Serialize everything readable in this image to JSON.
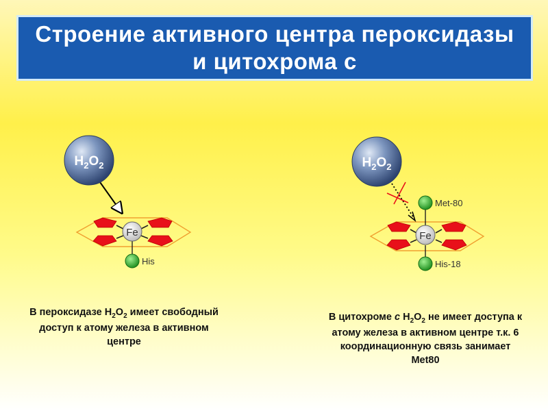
{
  "title": {
    "line1": "Строение активного центра пероксидазы",
    "line2": "и цитохрома с"
  },
  "left": {
    "molecule": {
      "main1": "H",
      "sub1": "2",
      "main2": "O",
      "sub2": "2"
    },
    "iron_label": "Fe",
    "ligand_label": "His",
    "caption": {
      "part1": "В пероксидазе H",
      "sub1": "2",
      "part2": "O",
      "sub2": "2",
      "part3": " имеет свободный доступ к атому железа в активном центре"
    }
  },
  "right": {
    "molecule": {
      "main1": "H",
      "sub1": "2",
      "main2": "O",
      "sub2": "2"
    },
    "iron_label": "Fe",
    "top_ligand_label": "Met-80",
    "bottom_ligand_label": "His-18",
    "caption": {
      "part1": "В цитохроме ",
      "italic": "с",
      "part2": " H",
      "sub1": "2",
      "part3": "O",
      "sub2": "2",
      "part4": " не имеет доступа к атому железа в активном центре т.к. 6 координационную связь занимает Met80"
    }
  },
  "colors": {
    "title_bg": "#1a5bb0",
    "heme_red": "#e8101a",
    "ligand_green": "#2fb52a",
    "molecule_blue": "#4a6898",
    "cross_red": "#e8101a"
  }
}
